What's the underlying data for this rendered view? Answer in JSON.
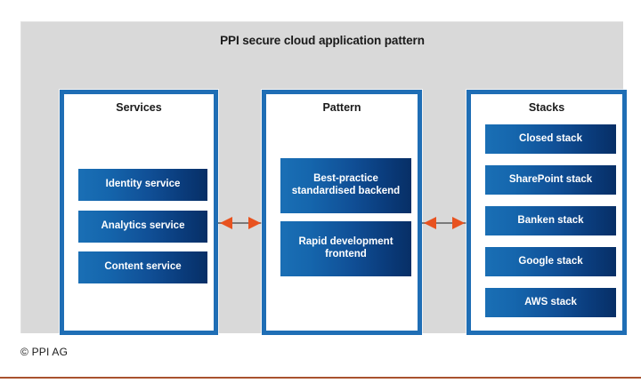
{
  "diagram": {
    "title": "PPI secure cloud application pattern",
    "copyright": "© PPI AG",
    "colors": {
      "panel_background": "#d9d9d9",
      "box_border": "#1f6eb5",
      "gradient_light": "#1a6fb5",
      "gradient_dark": "#072f66",
      "arrow": "#e8521f",
      "connector_line": "#7a7a7a",
      "bottom_rule": "#a8522e",
      "title_text": "#1a1a1a",
      "item_text": "#ffffff"
    },
    "columns": [
      {
        "id": "services",
        "header": "Services",
        "items": [
          {
            "label": "Identity service"
          },
          {
            "label": "Analytics service"
          },
          {
            "label": "Content service"
          }
        ]
      },
      {
        "id": "pattern",
        "header": "Pattern",
        "items": [
          {
            "label": "Best-practice standardised backend"
          },
          {
            "label": "Rapid development frontend"
          }
        ]
      },
      {
        "id": "stacks",
        "header": "Stacks",
        "items": [
          {
            "label": "Closed stack"
          },
          {
            "label": "SharePoint stack"
          },
          {
            "label": "Banken stack"
          },
          {
            "label": "Google stack"
          },
          {
            "label": "AWS stack"
          }
        ]
      }
    ],
    "connectors": [
      {
        "id": "services-pattern",
        "type": "double-headed-arrow"
      },
      {
        "id": "pattern-stacks",
        "type": "double-headed-arrow"
      }
    ]
  }
}
